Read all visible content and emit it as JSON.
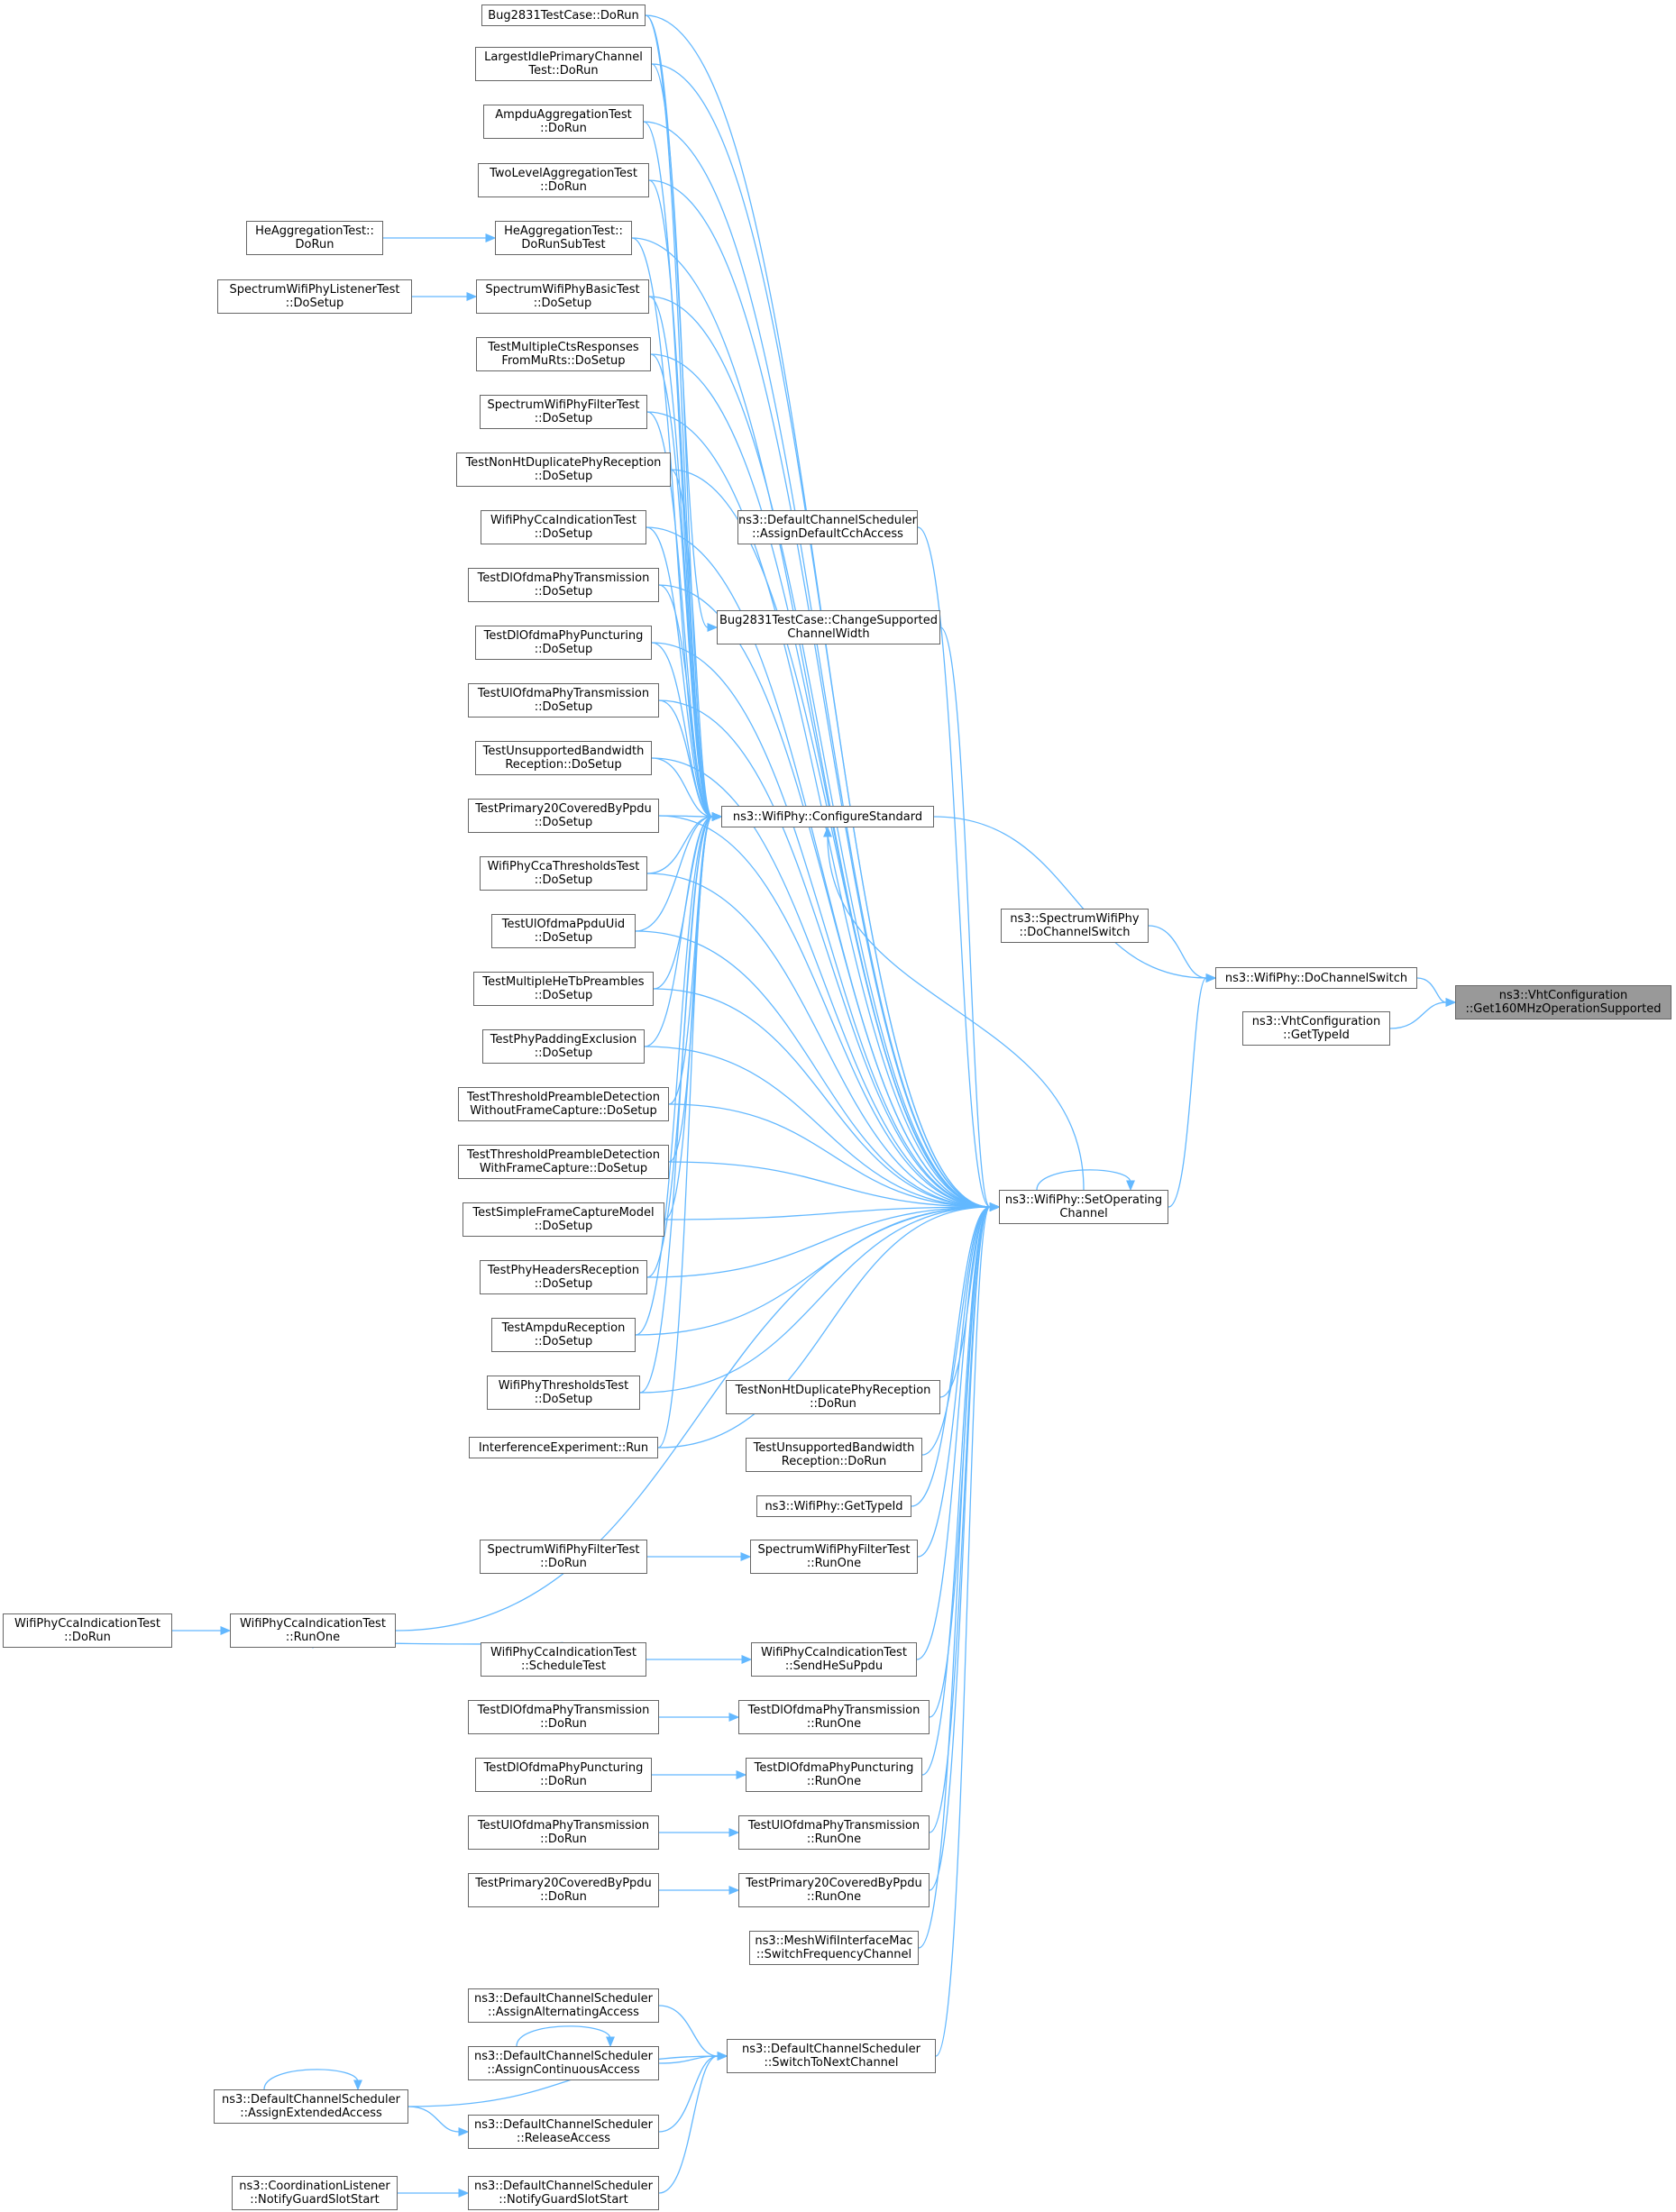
{
  "diagram": {
    "nodes": {
      "root": [
        "ns3::VhtConfiguration",
        "::Get160MHzOperationSupported"
      ],
      "dochannelswitch": [
        "ns3::WifiPhy::DoChannelSwitch"
      ],
      "gettypeid_vht": [
        "ns3::VhtConfiguration",
        "::GetTypeId"
      ],
      "spectrum_dochannelswitch": [
        "ns3::SpectrumWifiPhy",
        "::DoChannelSwitch"
      ],
      "setoperatingchannel": [
        "ns3::WifiPhy::SetOperating",
        "Channel"
      ],
      "configurestandard": [
        "ns3::WifiPhy::ConfigureStandard"
      ],
      "assigndefaultcch": [
        "ns3::DefaultChannelScheduler",
        "::AssignDefaultCchAccess"
      ],
      "bug_changewidth": [
        "Bug2831TestCase::ChangeSupported",
        "ChannelWidth"
      ],
      "bug_dorun": [
        "Bug2831TestCase::DoRun"
      ],
      "largestidle": [
        "LargestIdlePrimaryChannel",
        "Test::DoRun"
      ],
      "ampdu_agg": [
        "AmpduAggregationTest",
        "::DoRun"
      ],
      "twolevel": [
        "TwoLevelAggregationTest",
        "::DoRun"
      ],
      "he_subtest": [
        "HeAggregationTest::",
        "DoRunSubTest"
      ],
      "he_dorun": [
        "HeAggregationTest::",
        "DoRun"
      ],
      "spec_basic": [
        "SpectrumWifiPhyBasicTest",
        "::DoSetup"
      ],
      "spec_listener": [
        "SpectrumWifiPhyListenerTest",
        "::DoSetup"
      ],
      "multicts": [
        "TestMultipleCtsResponses",
        "FromMuRts::DoSetup"
      ],
      "spec_filter_setup": [
        "SpectrumWifiPhyFilterTest",
        "::DoSetup"
      ],
      "nonht_setup": [
        "TestNonHtDuplicatePhyReception",
        "::DoSetup"
      ],
      "cca_ind_setup": [
        "WifiPhyCcaIndicationTest",
        "::DoSetup"
      ],
      "dl_trans_setup": [
        "TestDlOfdmaPhyTransmission",
        "::DoSetup"
      ],
      "dl_punct_setup": [
        "TestDlOfdmaPhyPuncturing",
        "::DoSetup"
      ],
      "ul_trans_setup": [
        "TestUlOfdmaPhyTransmission",
        "::DoSetup"
      ],
      "unsup_setup": [
        "TestUnsupportedBandwidth",
        "Reception::DoSetup"
      ],
      "prim20_setup": [
        "TestPrimary20CoveredByPpdu",
        "::DoSetup"
      ],
      "cca_thresh_setup": [
        "WifiPhyCcaThresholdsTest",
        "::DoSetup"
      ],
      "ul_ppduuid": [
        "TestUlOfdmaPpduUid",
        "::DoSetup"
      ],
      "multihetb": [
        "TestMultipleHeTbPreambles",
        "::DoSetup"
      ],
      "padding": [
        "TestPhyPaddingExclusion",
        "::DoSetup"
      ],
      "thresh_wo": [
        "TestThresholdPreambleDetection",
        "WithoutFrameCapture::DoSetup"
      ],
      "thresh_w": [
        "TestThresholdPreambleDetection",
        "WithFrameCapture::DoSetup"
      ],
      "simplecapture": [
        "TestSimpleFrameCaptureModel",
        "::DoSetup"
      ],
      "headers": [
        "TestPhyHeadersReception",
        "::DoSetup"
      ],
      "ampdu_recv": [
        "TestAmpduReception",
        "::DoSetup"
      ],
      "wifi_thresh": [
        "WifiPhyThresholdsTest",
        "::DoSetup"
      ],
      "interference": [
        "InterferenceExperiment::Run"
      ],
      "nonht_dorun": [
        "TestNonHtDuplicatePhyReception",
        "::DoRun"
      ],
      "unsup_dorun": [
        "TestUnsupportedBandwidth",
        "Reception::DoRun"
      ],
      "wifiphy_gettypeid": [
        "ns3::WifiPhy::GetTypeId"
      ],
      "spec_filter_runone": [
        "SpectrumWifiPhyFilterTest",
        "::RunOne"
      ],
      "spec_filter_dorun": [
        "SpectrumWifiPhyFilterTest",
        "::DoRun"
      ],
      "cca_runone": [
        "WifiPhyCcaIndicationTest",
        "::RunOne"
      ],
      "cca_dorun": [
        "WifiPhyCcaIndicationTest",
        "::DoRun"
      ],
      "cca_schedule": [
        "WifiPhyCcaIndicationTest",
        "::ScheduleTest"
      ],
      "cca_sendhesu": [
        "WifiPhyCcaIndicationTest",
        "::SendHeSuPpdu"
      ],
      "dl_trans_dorun": [
        "TestDlOfdmaPhyTransmission",
        "::DoRun"
      ],
      "dl_trans_runone": [
        "TestDlOfdmaPhyTransmission",
        "::RunOne"
      ],
      "dl_punct_dorun": [
        "TestDlOfdmaPhyPuncturing",
        "::DoRun"
      ],
      "dl_punct_runone": [
        "TestDlOfdmaPhyPuncturing",
        "::RunOne"
      ],
      "ul_trans_dorun": [
        "TestUlOfdmaPhyTransmission",
        "::DoRun"
      ],
      "ul_trans_runone": [
        "TestUlOfdmaPhyTransmission",
        "::RunOne"
      ],
      "prim20_dorun": [
        "TestPrimary20CoveredByPpdu",
        "::DoRun"
      ],
      "prim20_runone": [
        "TestPrimary20CoveredByPpdu",
        "::RunOne"
      ],
      "mesh_switch": [
        "ns3::MeshWifiInterfaceMac",
        "::SwitchFrequencyChannel"
      ],
      "alternating": [
        "ns3::DefaultChannelScheduler",
        "::AssignAlternatingAccess"
      ],
      "continuous": [
        "ns3::DefaultChannelScheduler",
        "::AssignContinuousAccess"
      ],
      "switchnext": [
        "ns3::DefaultChannelScheduler",
        "::SwitchToNextChannel"
      ],
      "extended": [
        "ns3::DefaultChannelScheduler",
        "::AssignExtendedAccess"
      ],
      "release": [
        "ns3::DefaultChannelScheduler",
        "::ReleaseAccess"
      ],
      "guardslot_sched": [
        "ns3::DefaultChannelScheduler",
        "::NotifyGuardSlotStart"
      ],
      "guardslot_coord": [
        "ns3::CoordinationListener",
        "::NotifyGuardSlotStart"
      ]
    },
    "edges": [
      [
        "dochannelswitch",
        "root"
      ],
      [
        "gettypeid_vht",
        "root"
      ],
      [
        "spectrum_dochannelswitch",
        "dochannelswitch"
      ],
      [
        "configurestandard",
        "dochannelswitch"
      ],
      [
        "setoperatingchannel",
        "dochannelswitch"
      ],
      [
        "setoperatingchannel",
        "setoperatingchannel"
      ],
      [
        "setoperatingchannel",
        "configurestandard"
      ],
      [
        "bug_dorun",
        "configurestandard"
      ],
      [
        "largestidle",
        "configurestandard"
      ],
      [
        "ampdu_agg",
        "configurestandard"
      ],
      [
        "twolevel",
        "configurestandard"
      ],
      [
        "he_subtest",
        "configurestandard"
      ],
      [
        "he_dorun",
        "he_subtest"
      ],
      [
        "spec_basic",
        "configurestandard"
      ],
      [
        "spec_listener",
        "spec_basic"
      ],
      [
        "multicts",
        "configurestandard"
      ],
      [
        "spec_filter_setup",
        "configurestandard"
      ],
      [
        "nonht_setup",
        "configurestandard"
      ],
      [
        "cca_ind_setup",
        "configurestandard"
      ],
      [
        "dl_trans_setup",
        "configurestandard"
      ],
      [
        "dl_punct_setup",
        "configurestandard"
      ],
      [
        "ul_trans_setup",
        "configurestandard"
      ],
      [
        "unsup_setup",
        "configurestandard"
      ],
      [
        "prim20_setup",
        "configurestandard"
      ],
      [
        "cca_thresh_setup",
        "configurestandard"
      ],
      [
        "ul_ppduuid",
        "configurestandard"
      ],
      [
        "multihetb",
        "configurestandard"
      ],
      [
        "padding",
        "configurestandard"
      ],
      [
        "thresh_wo",
        "configurestandard"
      ],
      [
        "thresh_w",
        "configurestandard"
      ],
      [
        "simplecapture",
        "configurestandard"
      ],
      [
        "headers",
        "configurestandard"
      ],
      [
        "ampdu_recv",
        "configurestandard"
      ],
      [
        "wifi_thresh",
        "configurestandard"
      ],
      [
        "interference",
        "configurestandard"
      ],
      [
        "bug_dorun",
        "bug_changewidth"
      ],
      [
        "bug_changewidth",
        "setoperatingchannel"
      ],
      [
        "assigndefaultcch",
        "setoperatingchannel"
      ],
      [
        "bug_dorun",
        "setoperatingchannel"
      ],
      [
        "largestidle",
        "setoperatingchannel"
      ],
      [
        "ampdu_agg",
        "setoperatingchannel"
      ],
      [
        "twolevel",
        "setoperatingchannel"
      ],
      [
        "he_subtest",
        "setoperatingchannel"
      ],
      [
        "spec_basic",
        "setoperatingchannel"
      ],
      [
        "multicts",
        "setoperatingchannel"
      ],
      [
        "spec_filter_setup",
        "setoperatingchannel"
      ],
      [
        "nonht_setup",
        "setoperatingchannel"
      ],
      [
        "cca_ind_setup",
        "setoperatingchannel"
      ],
      [
        "dl_trans_setup",
        "setoperatingchannel"
      ],
      [
        "dl_punct_setup",
        "setoperatingchannel"
      ],
      [
        "ul_trans_setup",
        "setoperatingchannel"
      ],
      [
        "unsup_setup",
        "setoperatingchannel"
      ],
      [
        "prim20_setup",
        "setoperatingchannel"
      ],
      [
        "cca_thresh_setup",
        "setoperatingchannel"
      ],
      [
        "ul_ppduuid",
        "setoperatingchannel"
      ],
      [
        "multihetb",
        "setoperatingchannel"
      ],
      [
        "padding",
        "setoperatingchannel"
      ],
      [
        "thresh_wo",
        "setoperatingchannel"
      ],
      [
        "thresh_w",
        "setoperatingchannel"
      ],
      [
        "simplecapture",
        "setoperatingchannel"
      ],
      [
        "headers",
        "setoperatingchannel"
      ],
      [
        "ampdu_recv",
        "setoperatingchannel"
      ],
      [
        "wifi_thresh",
        "setoperatingchannel"
      ],
      [
        "interference",
        "setoperatingchannel"
      ],
      [
        "nonht_dorun",
        "setoperatingchannel"
      ],
      [
        "unsup_dorun",
        "setoperatingchannel"
      ],
      [
        "wifiphy_gettypeid",
        "setoperatingchannel"
      ],
      [
        "spec_filter_runone",
        "setoperatingchannel"
      ],
      [
        "spec_filter_dorun",
        "spec_filter_runone"
      ],
      [
        "cca_runone",
        "setoperatingchannel"
      ],
      [
        "cca_dorun",
        "cca_runone"
      ],
      [
        "cca_schedule",
        "cca_runone"
      ],
      [
        "cca_schedule",
        "cca_sendhesu"
      ],
      [
        "cca_sendhesu",
        "setoperatingchannel"
      ],
      [
        "dl_trans_dorun",
        "dl_trans_runone"
      ],
      [
        "dl_trans_runone",
        "setoperatingchannel"
      ],
      [
        "dl_punct_dorun",
        "dl_punct_runone"
      ],
      [
        "dl_punct_runone",
        "setoperatingchannel"
      ],
      [
        "ul_trans_dorun",
        "ul_trans_runone"
      ],
      [
        "ul_trans_runone",
        "setoperatingchannel"
      ],
      [
        "prim20_dorun",
        "prim20_runone"
      ],
      [
        "prim20_runone",
        "setoperatingchannel"
      ],
      [
        "mesh_switch",
        "setoperatingchannel"
      ],
      [
        "switchnext",
        "setoperatingchannel"
      ],
      [
        "alternating",
        "switchnext"
      ],
      [
        "continuous",
        "switchnext"
      ],
      [
        "continuous",
        "continuous"
      ],
      [
        "extended",
        "switchnext"
      ],
      [
        "extended",
        "extended"
      ],
      [
        "release",
        "switchnext"
      ],
      [
        "extended",
        "release"
      ],
      [
        "guardslot_sched",
        "switchnext"
      ],
      [
        "guardslot_coord",
        "guardslot_sched"
      ]
    ]
  }
}
